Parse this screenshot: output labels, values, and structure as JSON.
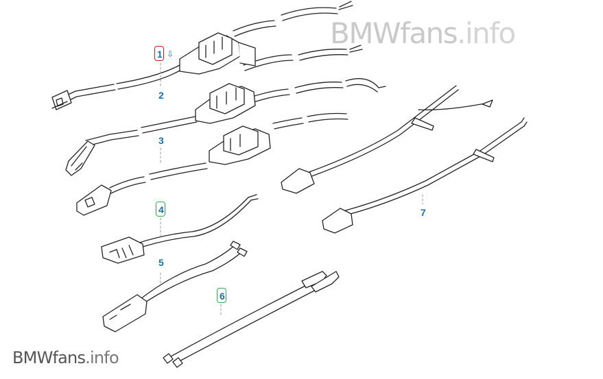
{
  "watermark_top": {
    "brand": "BMWfans",
    "tld": ".info"
  },
  "watermark_bottom": {
    "brand": "BMWfans",
    "tld": ".info"
  },
  "callouts": [
    {
      "label": "1",
      "highlight": "#d11a1a"
    },
    {
      "label": "2"
    },
    {
      "label": "3"
    },
    {
      "label": "4",
      "highlight": "#26b34a"
    },
    {
      "label": "5"
    },
    {
      "label": "6",
      "highlight": "#26b34a"
    },
    {
      "label": "7"
    }
  ],
  "colors": {
    "line": "#222222",
    "callout": "#1a6fa6",
    "watermark": "#c9c9c9"
  },
  "icons": {
    "arrow_marker": "down-arrow-icon"
  }
}
